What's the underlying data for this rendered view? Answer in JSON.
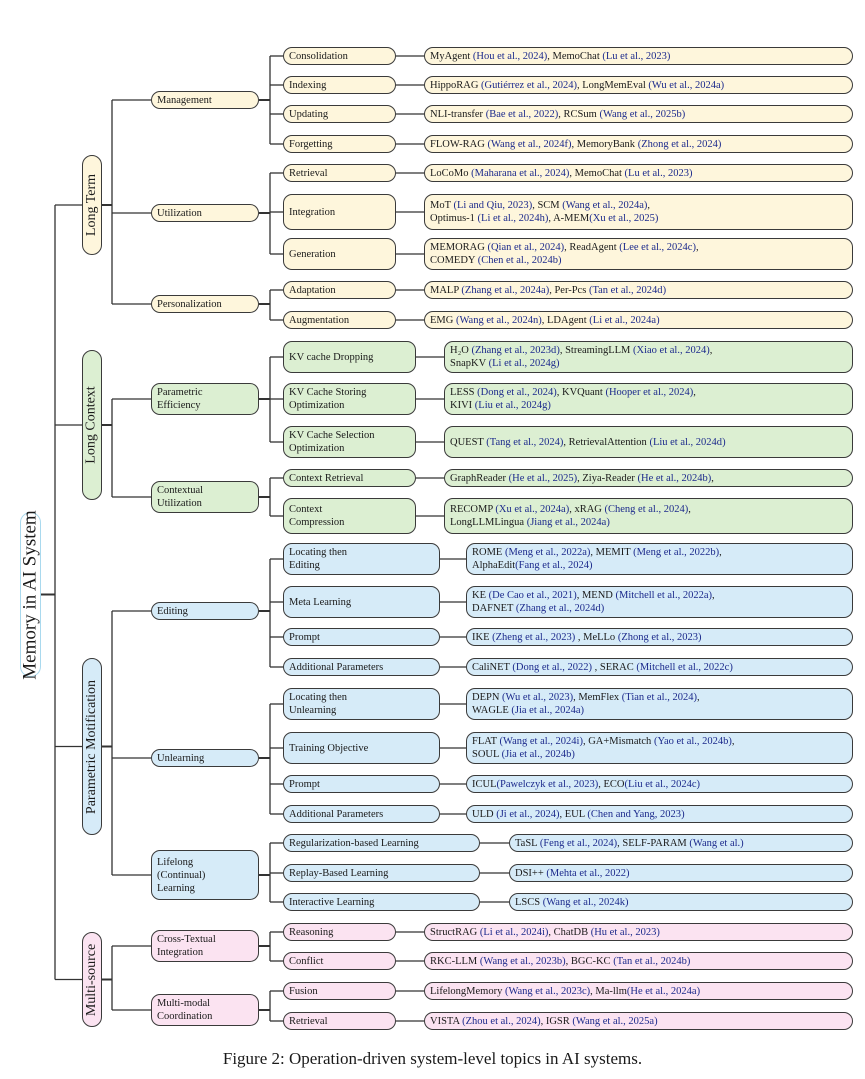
{
  "caption": "Figure 2: Operation-driven system-level topics in AI systems.",
  "colors": {
    "long_term": "#fef6dc",
    "long_context": "#dcefd2",
    "parametric": "#d6ebf8",
    "multi_source": "#fbe3f1",
    "citation": "#1c2a8c",
    "root_border": "#a9d9ee"
  },
  "root": "Memory in AI System",
  "categories": [
    {
      "label": "Long Term",
      "color": "yellow",
      "groups": [
        {
          "label": "Management",
          "topics": [
            {
              "label": "Consolidation",
              "refs": [
                [
                  "MyAgent ",
                  ""
                ],
                [
                  "(",
                  "Hou et al., 2024",
                  "), "
                ],
                [
                  "MemoChat ",
                  ""
                ],
                [
                  "(",
                  "Lu et al., 2023",
                  ")"
                ]
              ]
            },
            {
              "label": "Indexing",
              "refs": [
                [
                  "HippoRAG ",
                  ""
                ],
                [
                  "(",
                  "Gutiérrez et al., 2024",
                  "), "
                ],
                [
                  "LongMemEval ",
                  ""
                ],
                [
                  "(",
                  "Wu et al., 2024a",
                  ")"
                ]
              ]
            },
            {
              "label": "Updating",
              "refs": [
                [
                  "NLI-transfer ",
                  ""
                ],
                [
                  "(",
                  "Bae et al., 2022",
                  "), "
                ],
                [
                  "RCSum ",
                  ""
                ],
                [
                  "(",
                  "Wang et al., 2025b",
                  ")"
                ]
              ]
            },
            {
              "label": "Forgetting",
              "refs": [
                [
                  "FLOW-RAG ",
                  ""
                ],
                [
                  "(",
                  "Wang et al., 2024f",
                  "), "
                ],
                [
                  "MemoryBank ",
                  ""
                ],
                [
                  "(",
                  "Zhong et al., 2024",
                  ")"
                ]
              ]
            }
          ]
        },
        {
          "label": "Utilization",
          "topics": [
            {
              "label": "Retrieval",
              "refs": [
                [
                  "LoCoMo ",
                  ""
                ],
                [
                  "(",
                  "Maharana et al., 2024",
                  "), "
                ],
                [
                  "MemoChat ",
                  ""
                ],
                [
                  "(",
                  "Lu et al., 2023",
                  ")"
                ]
              ]
            },
            {
              "label": "Integration",
              "refs": [
                [
                  "MoT ",
                  ""
                ],
                [
                  "(",
                  "Li and Qiu, 2023",
                  "), "
                ],
                [
                  "SCM ",
                  ""
                ],
                [
                  "(",
                  "Wang et al., 2024a",
                  "),"
                ],
                [
                  "\n",
                  ""
                ],
                [
                  "Optimus-1 ",
                  ""
                ],
                [
                  "(",
                  "Li et al., 2024h",
                  "), "
                ],
                [
                  "A-MEM",
                  ""
                ],
                [
                  "(",
                  "Xu et al., 2025",
                  ")"
                ]
              ]
            },
            {
              "label": "Generation",
              "refs": [
                [
                  "MEMORAG ",
                  ""
                ],
                [
                  "(",
                  "Qian et al., 2024",
                  "), "
                ],
                [
                  "ReadAgent ",
                  ""
                ],
                [
                  "(",
                  "Lee et al., 2024c",
                  "),"
                ],
                [
                  "\n",
                  ""
                ],
                [
                  "COMEDY ",
                  ""
                ],
                [
                  "(",
                  "Chen et al., 2024b",
                  ")"
                ]
              ]
            }
          ]
        },
        {
          "label": "Personalization",
          "topics": [
            {
              "label": "Adaptation",
              "refs": [
                [
                  "MALP ",
                  ""
                ],
                [
                  "(",
                  "Zhang et al., 2024a",
                  "), "
                ],
                [
                  "Per-Pcs ",
                  ""
                ],
                [
                  "(",
                  "Tan et al., 2024d",
                  ")"
                ]
              ]
            },
            {
              "label": "Augmentation",
              "refs": [
                [
                  "EMG ",
                  ""
                ],
                [
                  "(",
                  "Wang et al., 2024n",
                  "), "
                ],
                [
                  "LDAgent ",
                  ""
                ],
                [
                  "(",
                  "Li et al., 2024a",
                  ")"
                ]
              ]
            }
          ]
        }
      ]
    },
    {
      "label": "Long Context",
      "color": "green",
      "groups": [
        {
          "label": "Parametric\nEfficiency",
          "topics": [
            {
              "label": "KV cache Dropping",
              "refs": [
                [
                  "H₂O ",
                  ""
                ],
                [
                  "(",
                  "Zhang et al., 2023d",
                  "), "
                ],
                [
                  "StreamingLLM ",
                  ""
                ],
                [
                  "(",
                  "Xiao et al., 2024",
                  "),"
                ],
                [
                  "\n",
                  ""
                ],
                [
                  "SnapKV ",
                  ""
                ],
                [
                  "(",
                  "Li et al., 2024g",
                  ")"
                ]
              ]
            },
            {
              "label": "KV Cache Storing\nOptimization",
              "refs": [
                [
                  "LESS ",
                  ""
                ],
                [
                  "(",
                  "Dong et al., 2024",
                  "), "
                ],
                [
                  "KVQuant ",
                  ""
                ],
                [
                  "(",
                  "Hooper et al., 2024",
                  "),"
                ],
                [
                  "\n",
                  ""
                ],
                [
                  "KIVI ",
                  ""
                ],
                [
                  "(",
                  "Liu et al., 2024g",
                  ")"
                ]
              ]
            },
            {
              "label": "KV Cache Selection\nOptimization",
              "refs": [
                [
                  "QUEST ",
                  ""
                ],
                [
                  "(",
                  "Tang et al., 2024",
                  "), "
                ],
                [
                  "RetrievalAttention ",
                  ""
                ],
                [
                  "(",
                  "Liu et al., 2024d",
                  ")"
                ]
              ]
            }
          ]
        },
        {
          "label": "Contextual\nUtilization",
          "topics": [
            {
              "label": "Context Retrieval",
              "refs": [
                [
                  "GraphReader ",
                  ""
                ],
                [
                  "(",
                  "He et al., 2025",
                  "), "
                ],
                [
                  "Ziya-Reader ",
                  ""
                ],
                [
                  "(",
                  "He et al., 2024b",
                  "),"
                ]
              ]
            },
            {
              "label": "Context\nCompression",
              "refs": [
                [
                  "RECOMP ",
                  ""
                ],
                [
                  "(",
                  "Xu et al., 2024a",
                  "), "
                ],
                [
                  "xRAG ",
                  ""
                ],
                [
                  "(",
                  "Cheng et al., 2024",
                  "),"
                ],
                [
                  "\n",
                  ""
                ],
                [
                  "LongLLMLingua ",
                  ""
                ],
                [
                  "(",
                  "Jiang et al., 2024a",
                  ")"
                ]
              ]
            }
          ]
        }
      ]
    },
    {
      "label": "Parametric Motification",
      "color": "blue",
      "groups": [
        {
          "label": "Editing",
          "topics": [
            {
              "label": "Locating then\nEditing",
              "refs": [
                [
                  "ROME ",
                  ""
                ],
                [
                  "(",
                  "Meng et al., 2022a",
                  "), "
                ],
                [
                  "MEMIT ",
                  ""
                ],
                [
                  "(",
                  "Meng et al., 2022b",
                  "),"
                ],
                [
                  "\n",
                  ""
                ],
                [
                  "AlphaEdit",
                  ""
                ],
                [
                  "(",
                  "Fang et al., 2024",
                  ")"
                ]
              ]
            },
            {
              "label": "Meta Learning",
              "refs": [
                [
                  "KE ",
                  ""
                ],
                [
                  "(",
                  "De Cao et al., 2021",
                  "), "
                ],
                [
                  "MEND ",
                  ""
                ],
                [
                  "(",
                  "Mitchell et al., 2022a",
                  "),"
                ],
                [
                  "\n",
                  ""
                ],
                [
                  "DAFNET ",
                  ""
                ],
                [
                  "(",
                  "Zhang et al., 2024d",
                  ")"
                ]
              ]
            },
            {
              "label": "Prompt",
              "refs": [
                [
                  "IKE ",
                  ""
                ],
                [
                  "(",
                  "Zheng et al., 2023",
                  ") , "
                ],
                [
                  "MeLLo ",
                  ""
                ],
                [
                  "(",
                  "Zhong et al., 2023",
                  ")"
                ]
              ]
            },
            {
              "label": "Additional Parameters",
              "refs": [
                [
                  "CaliNET ",
                  ""
                ],
                [
                  "(",
                  "Dong et al., 2022",
                  ") , "
                ],
                [
                  "SERAC ",
                  ""
                ],
                [
                  "(",
                  "Mitchell et al., 2022c",
                  ")"
                ]
              ]
            }
          ]
        },
        {
          "label": "Unlearning",
          "topics": [
            {
              "label": "Locating then\nUnlearning",
              "refs": [
                [
                  "DEPN ",
                  ""
                ],
                [
                  "(",
                  "Wu et al., 2023",
                  "), "
                ],
                [
                  "MemFlex ",
                  ""
                ],
                [
                  "(",
                  "Tian et al., 2024",
                  "),"
                ],
                [
                  "\n",
                  ""
                ],
                [
                  "WAGLE ",
                  ""
                ],
                [
                  "(",
                  "Jia et al., 2024a",
                  ")"
                ]
              ]
            },
            {
              "label": "Training Objective",
              "refs": [
                [
                  "FLAT ",
                  ""
                ],
                [
                  "(",
                  "Wang et al., 2024i",
                  "), "
                ],
                [
                  "GA+Mismatch ",
                  ""
                ],
                [
                  "(",
                  "Yao et al., 2024b",
                  "),"
                ],
                [
                  "\n",
                  ""
                ],
                [
                  "SOUL ",
                  ""
                ],
                [
                  "(",
                  "Jia et al., 2024b",
                  ")"
                ]
              ]
            },
            {
              "label": "Prompt",
              "refs": [
                [
                  "ICUL",
                  ""
                ],
                [
                  "(",
                  "Pawelczyk et al., 2023",
                  "), "
                ],
                [
                  "ECO",
                  ""
                ],
                [
                  "(",
                  "Liu et al., 2024c",
                  ")"
                ]
              ]
            },
            {
              "label": "Additional Parameters",
              "refs": [
                [
                  "ULD ",
                  ""
                ],
                [
                  "(",
                  "Ji et al., 2024",
                  "), "
                ],
                [
                  "EUL ",
                  ""
                ],
                [
                  "(",
                  "Chen and Yang, 2023",
                  ")"
                ]
              ]
            }
          ]
        },
        {
          "label": "Lifelong\n(Continual)\nLearning",
          "topics": [
            {
              "label": "Regularization-based Learning",
              "refs": [
                [
                  "TaSL ",
                  ""
                ],
                [
                  "(",
                  "Feng et al., 2024",
                  "), "
                ],
                [
                  "SELF-PARAM ",
                  ""
                ],
                [
                  "(",
                  "Wang et al.",
                  ")"
                ]
              ]
            },
            {
              "label": "Replay-Based Learning",
              "refs": [
                [
                  "DSI++ ",
                  ""
                ],
                [
                  "(",
                  "Mehta et al., 2022",
                  ")"
                ]
              ]
            },
            {
              "label": "Interactive Learning",
              "refs": [
                [
                  "LSCS ",
                  ""
                ],
                [
                  "(",
                  "Wang et al., 2024k",
                  ")"
                ]
              ]
            }
          ]
        }
      ]
    },
    {
      "label": "Multi-source",
      "color": "pink",
      "groups": [
        {
          "label": "Cross-Textual\nIntegration",
          "topics": [
            {
              "label": "Reasoning",
              "refs": [
                [
                  "StructRAG ",
                  ""
                ],
                [
                  "(",
                  "Li et al., 2024i",
                  "), "
                ],
                [
                  "ChatDB ",
                  ""
                ],
                [
                  "(",
                  "Hu et al., 2023",
                  ")"
                ]
              ]
            },
            {
              "label": "Conflict",
              "refs": [
                [
                  "RKC-LLM ",
                  ""
                ],
                [
                  "(",
                  "Wang et al., 2023b",
                  "), "
                ],
                [
                  "BGC-KC ",
                  ""
                ],
                [
                  "(",
                  "Tan et al., 2024b",
                  ")"
                ]
              ]
            }
          ]
        },
        {
          "label": "Multi-modal\nCoordination",
          "topics": [
            {
              "label": "Fusion",
              "refs": [
                [
                  "LifelongMemory ",
                  ""
                ],
                [
                  "(",
                  "Wang et al., 2023c",
                  "), "
                ],
                [
                  "Ma-llm",
                  ""
                ],
                [
                  "(",
                  "He et al., 2024a",
                  ")"
                ]
              ]
            },
            {
              "label": "Retrieval",
              "refs": [
                [
                  "VISTA ",
                  ""
                ],
                [
                  "(",
                  "Zhou et al., 2024",
                  "), "
                ],
                [
                  "IGSR ",
                  ""
                ],
                [
                  "(",
                  "Wang et al., 2025a",
                  ")"
                ]
              ]
            }
          ]
        }
      ]
    }
  ]
}
